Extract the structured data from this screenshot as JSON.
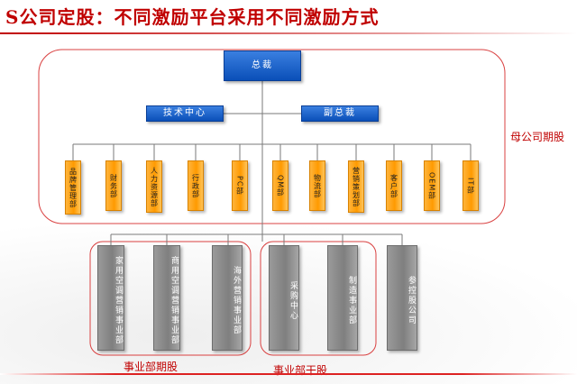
{
  "title": "S公司定股：不同激励平台采用不同激励方式",
  "org": {
    "top": "总裁",
    "second": [
      "技术中心",
      "副总裁"
    ],
    "departments": [
      "品牌管理部",
      "财务部",
      "人力资源部",
      "行政部",
      "PC部",
      "QM部",
      "物流部",
      "营销策划部",
      "客户部",
      "OEM部",
      "IT部"
    ],
    "business_units": [
      "家用空调营销事业部",
      "商用空调营销事业部",
      "海外营销事业部",
      "采购中心",
      "制造事业部",
      "参控股公司"
    ]
  },
  "groups": {
    "parent": "母公司期股",
    "division_option": "事业部期股",
    "division_share": "事业部干股"
  },
  "colors": {
    "title": "#c00000",
    "group_border": "#d94040",
    "blue_box": "#0a4fb8",
    "orange_box": "#ff9a00",
    "grey_box": "#8c8c8c"
  }
}
